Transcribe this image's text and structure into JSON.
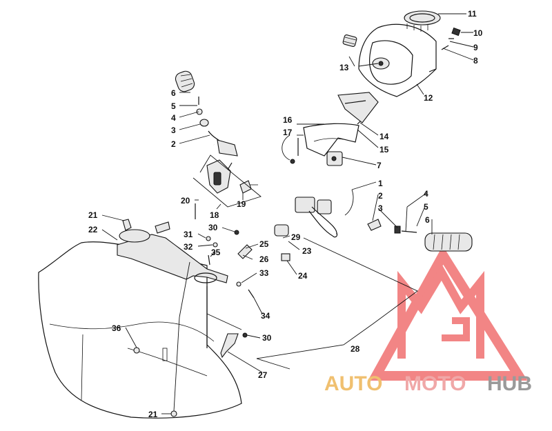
{
  "diagram": {
    "part_labels": [
      "1",
      "2",
      "3",
      "4",
      "5",
      "6",
      "7",
      "8",
      "9",
      "10",
      "11",
      "12",
      "13",
      "14",
      "15",
      "16",
      "17",
      "18",
      "19",
      "20",
      "21",
      "22",
      "23",
      "24",
      "25",
      "26",
      "27",
      "28",
      "29",
      "30",
      "31",
      "32",
      "33",
      "34",
      "35",
      "36"
    ]
  },
  "watermark": {
    "word_1": "AUTO",
    "word_2": "MOTO",
    "word_3": "HUB",
    "colors": {
      "auto": "#f0c070",
      "moto": "#f0a8a8",
      "hub": "#9a9a9a",
      "logo": "#f07070"
    }
  }
}
